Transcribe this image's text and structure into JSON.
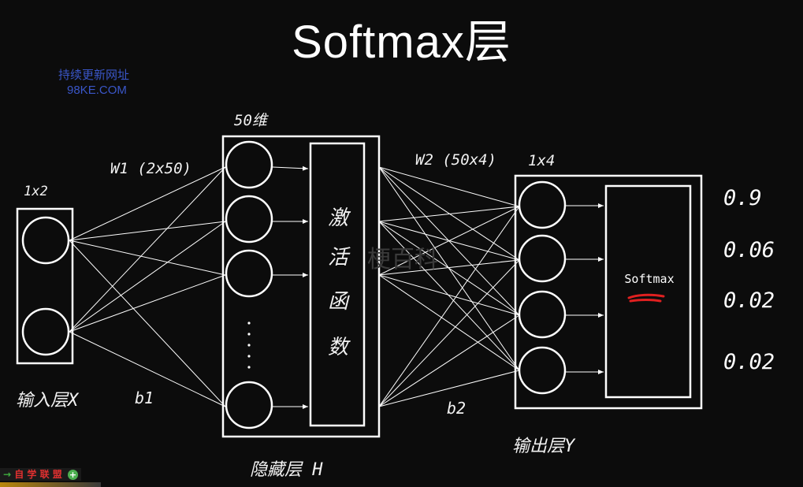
{
  "title": "Softmax层",
  "watermark": {
    "line1": "持续更新网址",
    "line2": "98KE.COM",
    "center": "梗百科"
  },
  "input_layer": {
    "dim": "1x2",
    "label": "输入层X",
    "neuron_count": 2
  },
  "weights": {
    "w1": "W1 (2x50)",
    "b1": "b1",
    "w2": "W2 (50x4)",
    "b2": "b2"
  },
  "hidden_layer": {
    "dim": "50维",
    "label": "隐藏层 H",
    "activation": [
      "激",
      "活",
      "函",
      "数"
    ],
    "visible_neurons": 4,
    "ellipsis": true
  },
  "output_layer": {
    "dim": "1x4",
    "label": "输出层Y",
    "neuron_count": 4,
    "softmax_label": "Softmax"
  },
  "probabilities": [
    "0.9",
    "0.06",
    "0.02",
    "0.02"
  ],
  "badge": {
    "text": "自 学 联 盟"
  },
  "colors": {
    "background": "#0c0c0c",
    "stroke": "#ffffff",
    "watermark": "#3a56c8",
    "underline": "#e02020"
  }
}
